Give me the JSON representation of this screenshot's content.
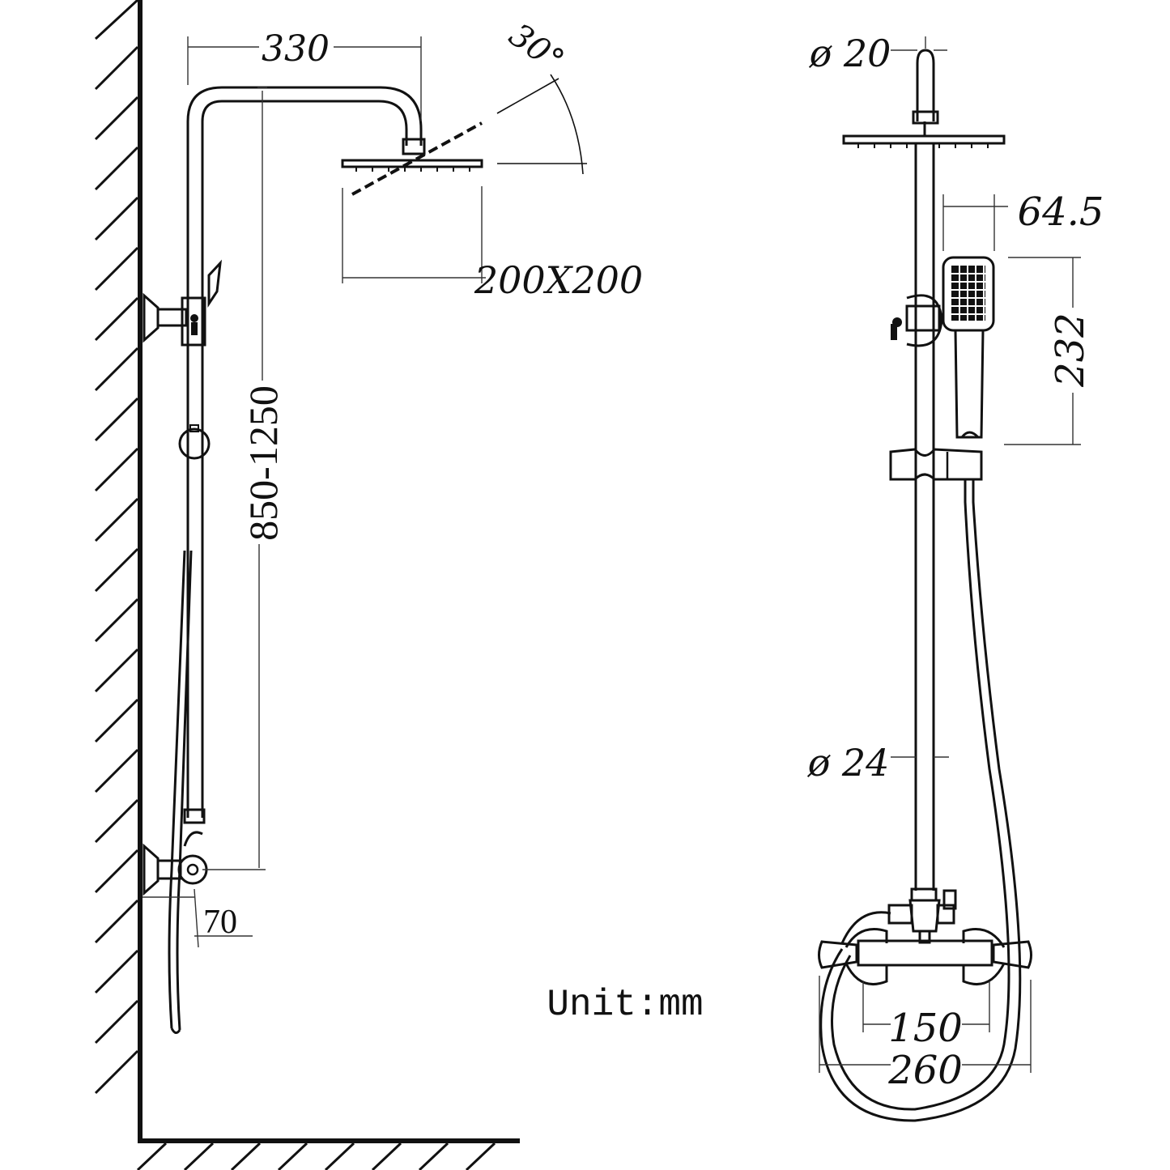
{
  "side_view": {
    "arm_length": "330",
    "tilt_angle": "30°",
    "head_size": "200X200",
    "height_range": "850-1250",
    "wall_offset": "70"
  },
  "front_view": {
    "top_pipe_diameter": "ø 20",
    "handshower_width": "64.5",
    "handshower_length": "232",
    "main_pipe_diameter": "ø 24",
    "inlet_spacing": "150",
    "overall_width": "260"
  },
  "unit_label": "Unit:mm"
}
